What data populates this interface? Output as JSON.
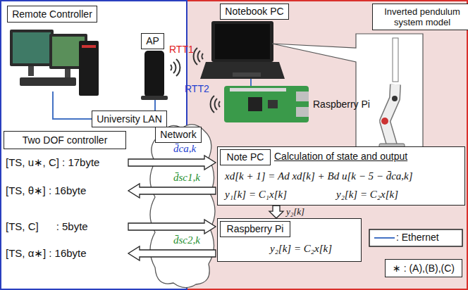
{
  "diagram": {
    "nodes": [
      {
        "text": [
          "Remote Controller"
        ]
      },
      {
        "text": [
          "AP"
        ]
      },
      {
        "text": [
          "Notebook PC"
        ]
      },
      {
        "text": [
          "Inverted pendulum system model"
        ]
      },
      {
        "text": [
          "University LAN"
        ]
      },
      {
        "text": [
          "Network"
        ]
      },
      {
        "text": [
          "Two DOF controller"
        ]
      },
      {
        "text": [
          "Calculation of state and output",
          "xd[k + 1] = Ad xd[k] + Bd u[k − 5 − d̄ca,k]",
          "y₁[k] = C₁x[k]",
          "y₂[k] = C₂x[k]"
        ]
      },
      {
        "text": [
          "Note PC"
        ],
        "in": 7
      },
      {
        "text": [
          "y₂[k] = C₂x[k]"
        ]
      },
      {
        "text": [
          "Raspberry Pi"
        ],
        "in": 9
      },
      {
        "text": [
          "∗ : (A),(B),(C)"
        ]
      }
    ],
    "edges": [
      {
        "from": 7,
        "to": 9,
        "label": "y₂[k]",
        "arrow": "to"
      }
    ],
    "labels": [
      "RTT1",
      "RTT2",
      "Raspberry Pi",
      "d̄ca,k",
      "[TS, u∗, C] : 17byte",
      "d̄sc1,k",
      "[TS, θ∗] : 16byte",
      "[TS, C]      : 5byte",
      "d̄sc2,k",
      "[TS, α∗] : 16byte"
    ],
    "legend": [
      {
        "text": ": Ethernet"
      }
    ]
  }
}
